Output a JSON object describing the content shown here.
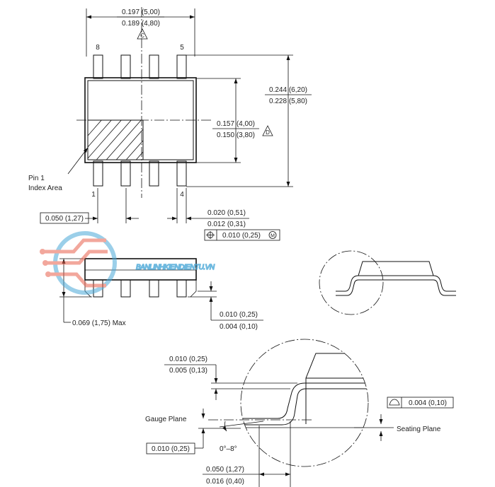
{
  "top_view": {
    "body_length_max": "0.197 (5,00)",
    "body_length_min": "0.189 (4,80)",
    "note_c": "C",
    "pin_label_8": "8",
    "pin_label_5": "5",
    "pin_label_1": "1",
    "pin_label_4": "4",
    "total_width_max": "0.244 (6,20)",
    "total_width_min": "0.228 (5,80)",
    "body_width_max": "0.157 (4,00)",
    "body_width_min": "0.150 (3,80)",
    "note_d": "D",
    "pin1_line1": "Pin 1",
    "pin1_line2": "Index Area",
    "pitch": "0.050 (1,27)",
    "lead_width_max": "0.020 (0,51)",
    "lead_width_min": "0.012 (0,31)",
    "position_tolerance": "0.010 (0,25)",
    "modifier_m": "M"
  },
  "side_view": {
    "height_max": "0.069 (1,75) Max",
    "standoff_max": "0.010 (0,25)",
    "standoff_min": "0.004 (0,10)"
  },
  "detail_view": {
    "lead_thickness_max": "0.010 (0,25)",
    "lead_thickness_min": "0.005 (0,13)",
    "gauge_plane": "Gauge Plane",
    "seating_plane": "Seating Plane",
    "gauge_offset": "0.010 (0,25)",
    "angle": "0°–8°",
    "coplanarity": "0.004 (0,10)",
    "foot_length_max": "0.050 (1,27)",
    "foot_length_min": "0.016 (0,40)"
  },
  "watermark": {
    "text": "BANLINHKIENDIENTU.VN"
  },
  "colors": {
    "line": "#111111",
    "watermark_blue": "#4aa8d8",
    "watermark_red": "#e8604c"
  }
}
